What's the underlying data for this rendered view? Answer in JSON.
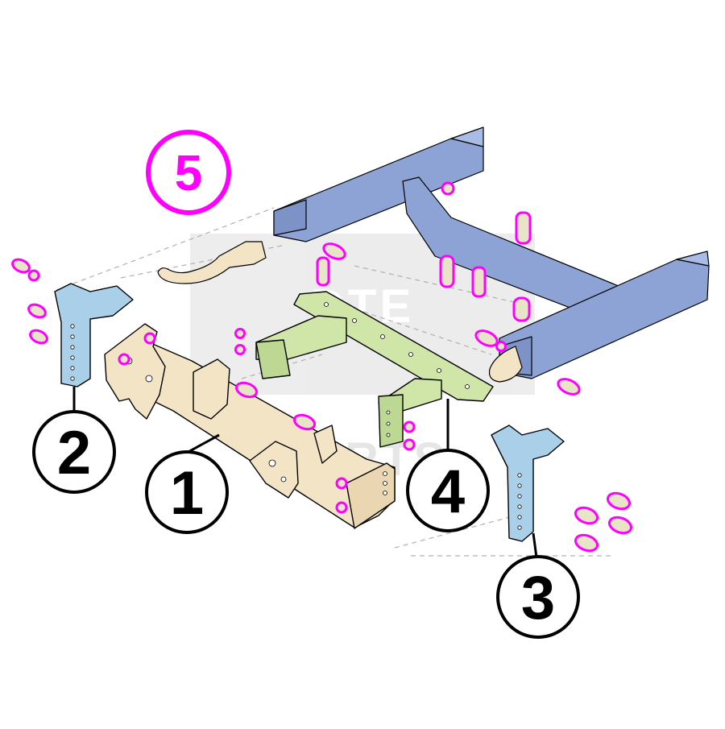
{
  "diagram": {
    "callouts": [
      {
        "id": "1",
        "label": "1"
      },
      {
        "id": "2",
        "label": "2"
      },
      {
        "id": "3",
        "label": "3"
      },
      {
        "id": "4",
        "label": "4"
      }
    ],
    "hardware_group": {
      "label": "5"
    },
    "watermark": {
      "top": "DTE",
      "bottom": "PARTS"
    },
    "colors": {
      "part1_main_bracket": "#f3e4c6",
      "part2_3_side_brackets": "#a9cfe9",
      "part4_cross_bracket": "#cfe6a8",
      "vehicle_frame": "#8da3d6",
      "hardware_highlight": "#ff00ff",
      "outline": "#000000"
    }
  }
}
